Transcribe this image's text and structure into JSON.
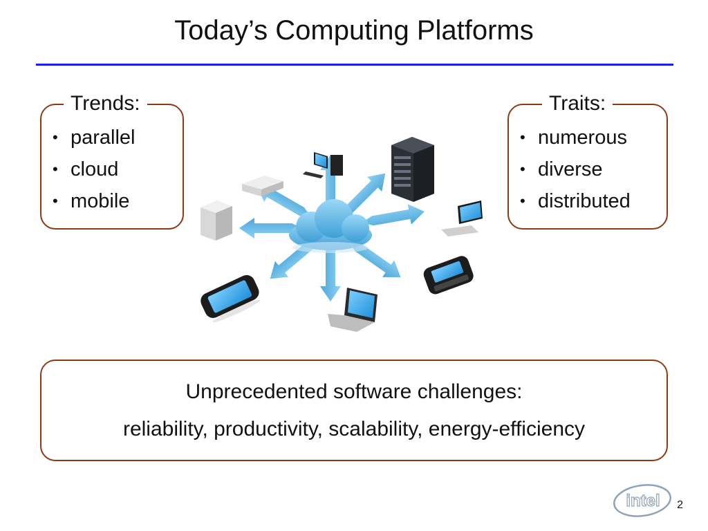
{
  "slide": {
    "title": "Today’s Computing Platforms",
    "page_number": "2"
  },
  "trends": {
    "label": "Trends:",
    "items": [
      "parallel",
      "cloud",
      "mobile"
    ]
  },
  "traits": {
    "label": "Traits:",
    "items": [
      "numerous",
      "diverse",
      "distributed"
    ]
  },
  "challenges": {
    "line1": "Unprecedented software challenges:",
    "line2": "reliability, productivity, scalability, energy-efficiency"
  },
  "logo": {
    "text": "intel"
  },
  "colors": {
    "title_rule": "#1a1aff",
    "box_border": "#8b3a12",
    "arrow": "#5fb8e6",
    "cloud": "#6ec3ee",
    "intel_logo": "#8fa3b8"
  },
  "illustration": {
    "icons": [
      "cloud-icon",
      "server-rack-icon",
      "desktop-computer-icon",
      "set-top-box-icon",
      "tower-pc-icon",
      "laptop-icon",
      "smartphone-icon",
      "blackberry-phone-icon",
      "monitor-keyboard-icon"
    ]
  }
}
